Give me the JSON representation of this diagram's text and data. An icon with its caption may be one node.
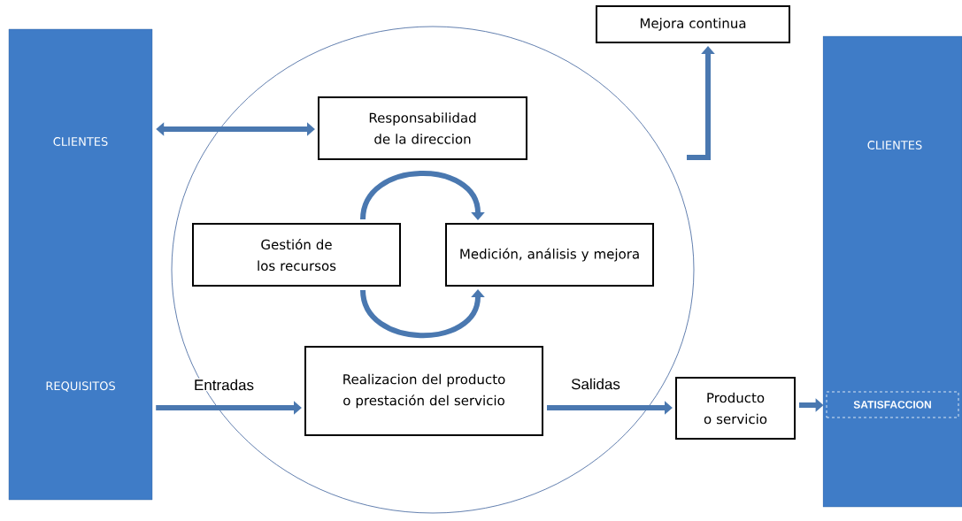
{
  "diagram": {
    "nodes": [
      {
        "text": [
          "CLIENTES",
          "REQUISITOS"
        ]
      },
      {
        "text": [],
        "shape": "circle"
      },
      {
        "text": [
          "Mejora continua"
        ]
      },
      {
        "text": [
          "Responsabilidad de la direccion"
        ],
        "in": 1
      },
      {
        "text": [
          "Gestión de los recursos"
        ],
        "in": 1
      },
      {
        "text": [
          "Medición, análisis y mejora"
        ],
        "in": 1
      },
      {
        "text": [
          "Realizacion del producto o prestación del servicio"
        ],
        "in": 1
      },
      {
        "text": [
          "Producto o servicio"
        ]
      },
      {
        "text": [
          "CLIENTES"
        ]
      },
      {
        "text": [
          "SATISFACCION"
        ],
        "in": 8
      }
    ],
    "edges": [
      {
        "from": 0,
        "to": 3,
        "arrow": "both"
      },
      {
        "from": 0,
        "to": 6,
        "arrow": "to",
        "label": "Entradas"
      },
      {
        "from": 6,
        "to": 7,
        "arrow": "to",
        "label": "Salidas"
      },
      {
        "from": 7,
        "to": 9,
        "arrow": "to"
      },
      {
        "from": 4,
        "to": 5,
        "arrow": "to"
      },
      {
        "from": 4,
        "to": 5,
        "arrow": "to"
      },
      {
        "from": null,
        "to": 2,
        "arrow": "to"
      }
    ]
  }
}
